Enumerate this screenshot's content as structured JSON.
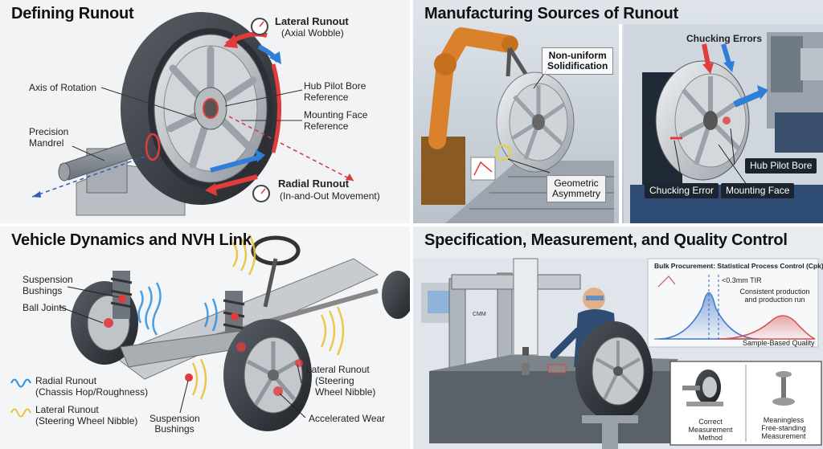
{
  "panels": {
    "defining": {
      "title": "Defining Runout",
      "lateral_title": "Lateral Runout",
      "lateral_sub": "(Axial Wobble)",
      "axis": "Axis of Rotation",
      "hub_line1": "Hub Pilot Bore",
      "hub_line2": "Reference",
      "mount_line1": "Mounting Face",
      "mount_line2": "Reference",
      "mandrel_line1": "Precision",
      "mandrel_line2": "Mandrel",
      "radial_title": "Radial Runout",
      "radial_sub": "(In-and-Out Movement)"
    },
    "manufacturing": {
      "title": "Manufacturing Sources of Runout",
      "solid_line1": "Non-uniform",
      "solid_line2": "Solidification",
      "geo_line1": "Geometric",
      "geo_line2": "Asymmetry",
      "chucking_top": "Chucking Errors",
      "hub_tag": "Hub Pilot Bore",
      "chucking_tag": "Chucking Error",
      "mount_tag": "Mounting Face"
    },
    "vehicle": {
      "title": "Vehicle Dynamics and NVH Link",
      "susp_line1": "Suspension",
      "susp_line2": "Bushings",
      "ball": "Ball Joints",
      "radial_legend_line1": "Radial Runout",
      "radial_legend_line2": "(Chassis Hop/Roughness)",
      "lateral_legend_line1": "Lateral Runout",
      "lateral_legend_line2": "(Steering Wheel Nibble)",
      "susp2_line1": "Suspension",
      "susp2_line2": "Bushings",
      "lat_line1": "Lateral Runout",
      "lat_line2": "(Steering",
      "lat_line3": "Wheel Nibble)",
      "wear": "Accelerated Wear"
    },
    "quality": {
      "title": "Specification, Measurement, and Quality Control",
      "spc_title": "Bulk Procurement: Statistical Process Control (Cpk)",
      "tir": "<0.3mm TIR",
      "consistent_line1": "Consistent production",
      "consistent_line2": "and production run",
      "sample": "Sample-Based Quality",
      "cmm": "CMM",
      "correct_line1": "Correct",
      "correct_line2": "Measurement",
      "correct_line3": "Method",
      "meaningless_line1": "Meaningless",
      "meaningless_line2": "Free-standing",
      "meaningless_line3": "Measurement"
    }
  },
  "colors": {
    "red_arrow": "#e23b3b",
    "blue_arrow": "#2f7fd8",
    "radial_wave": "#2b8fe0",
    "lateral_wave": "#e8c43a",
    "robot_orange": "#d9822b",
    "dist_blue": "#3e78c8",
    "dist_red": "#d65050"
  }
}
